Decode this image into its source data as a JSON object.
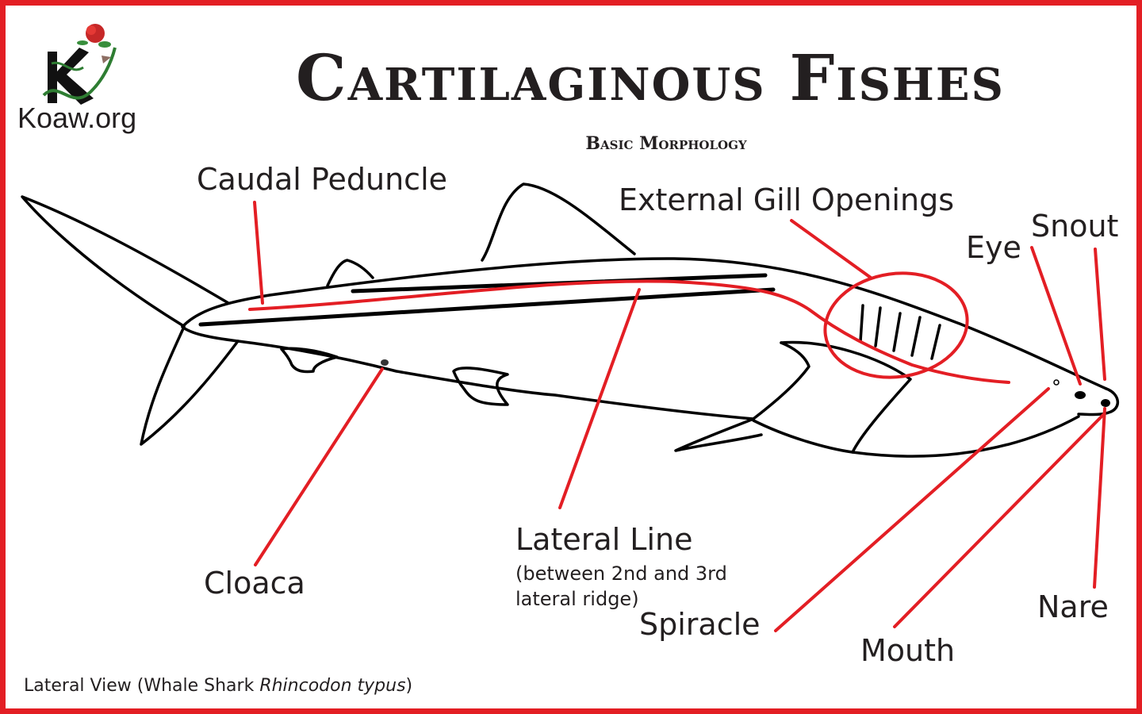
{
  "header": {
    "logo_text": "Koaw.org",
    "title": "Cartilaginous Fishes",
    "subtitle": "Basic Morphology"
  },
  "labels": {
    "caudal_peduncle": "Caudal Peduncle",
    "external_gill_openings": "External Gill Openings",
    "eye": "Eye",
    "snout": "Snout",
    "cloaca": "Cloaca",
    "lateral_line": "Lateral Line",
    "lateral_line_note_1": "(between 2nd and 3rd",
    "lateral_line_note_2": "lateral ridge)",
    "spiracle": "Spiracle",
    "mouth": "Mouth",
    "nare": "Nare"
  },
  "footer": {
    "prefix": "Lateral View (Whale Shark ",
    "species": "Rhincodon typus",
    "suffix": ")"
  },
  "colors": {
    "accent": "#e31e24",
    "outline": "#000000",
    "text": "#231f20"
  }
}
